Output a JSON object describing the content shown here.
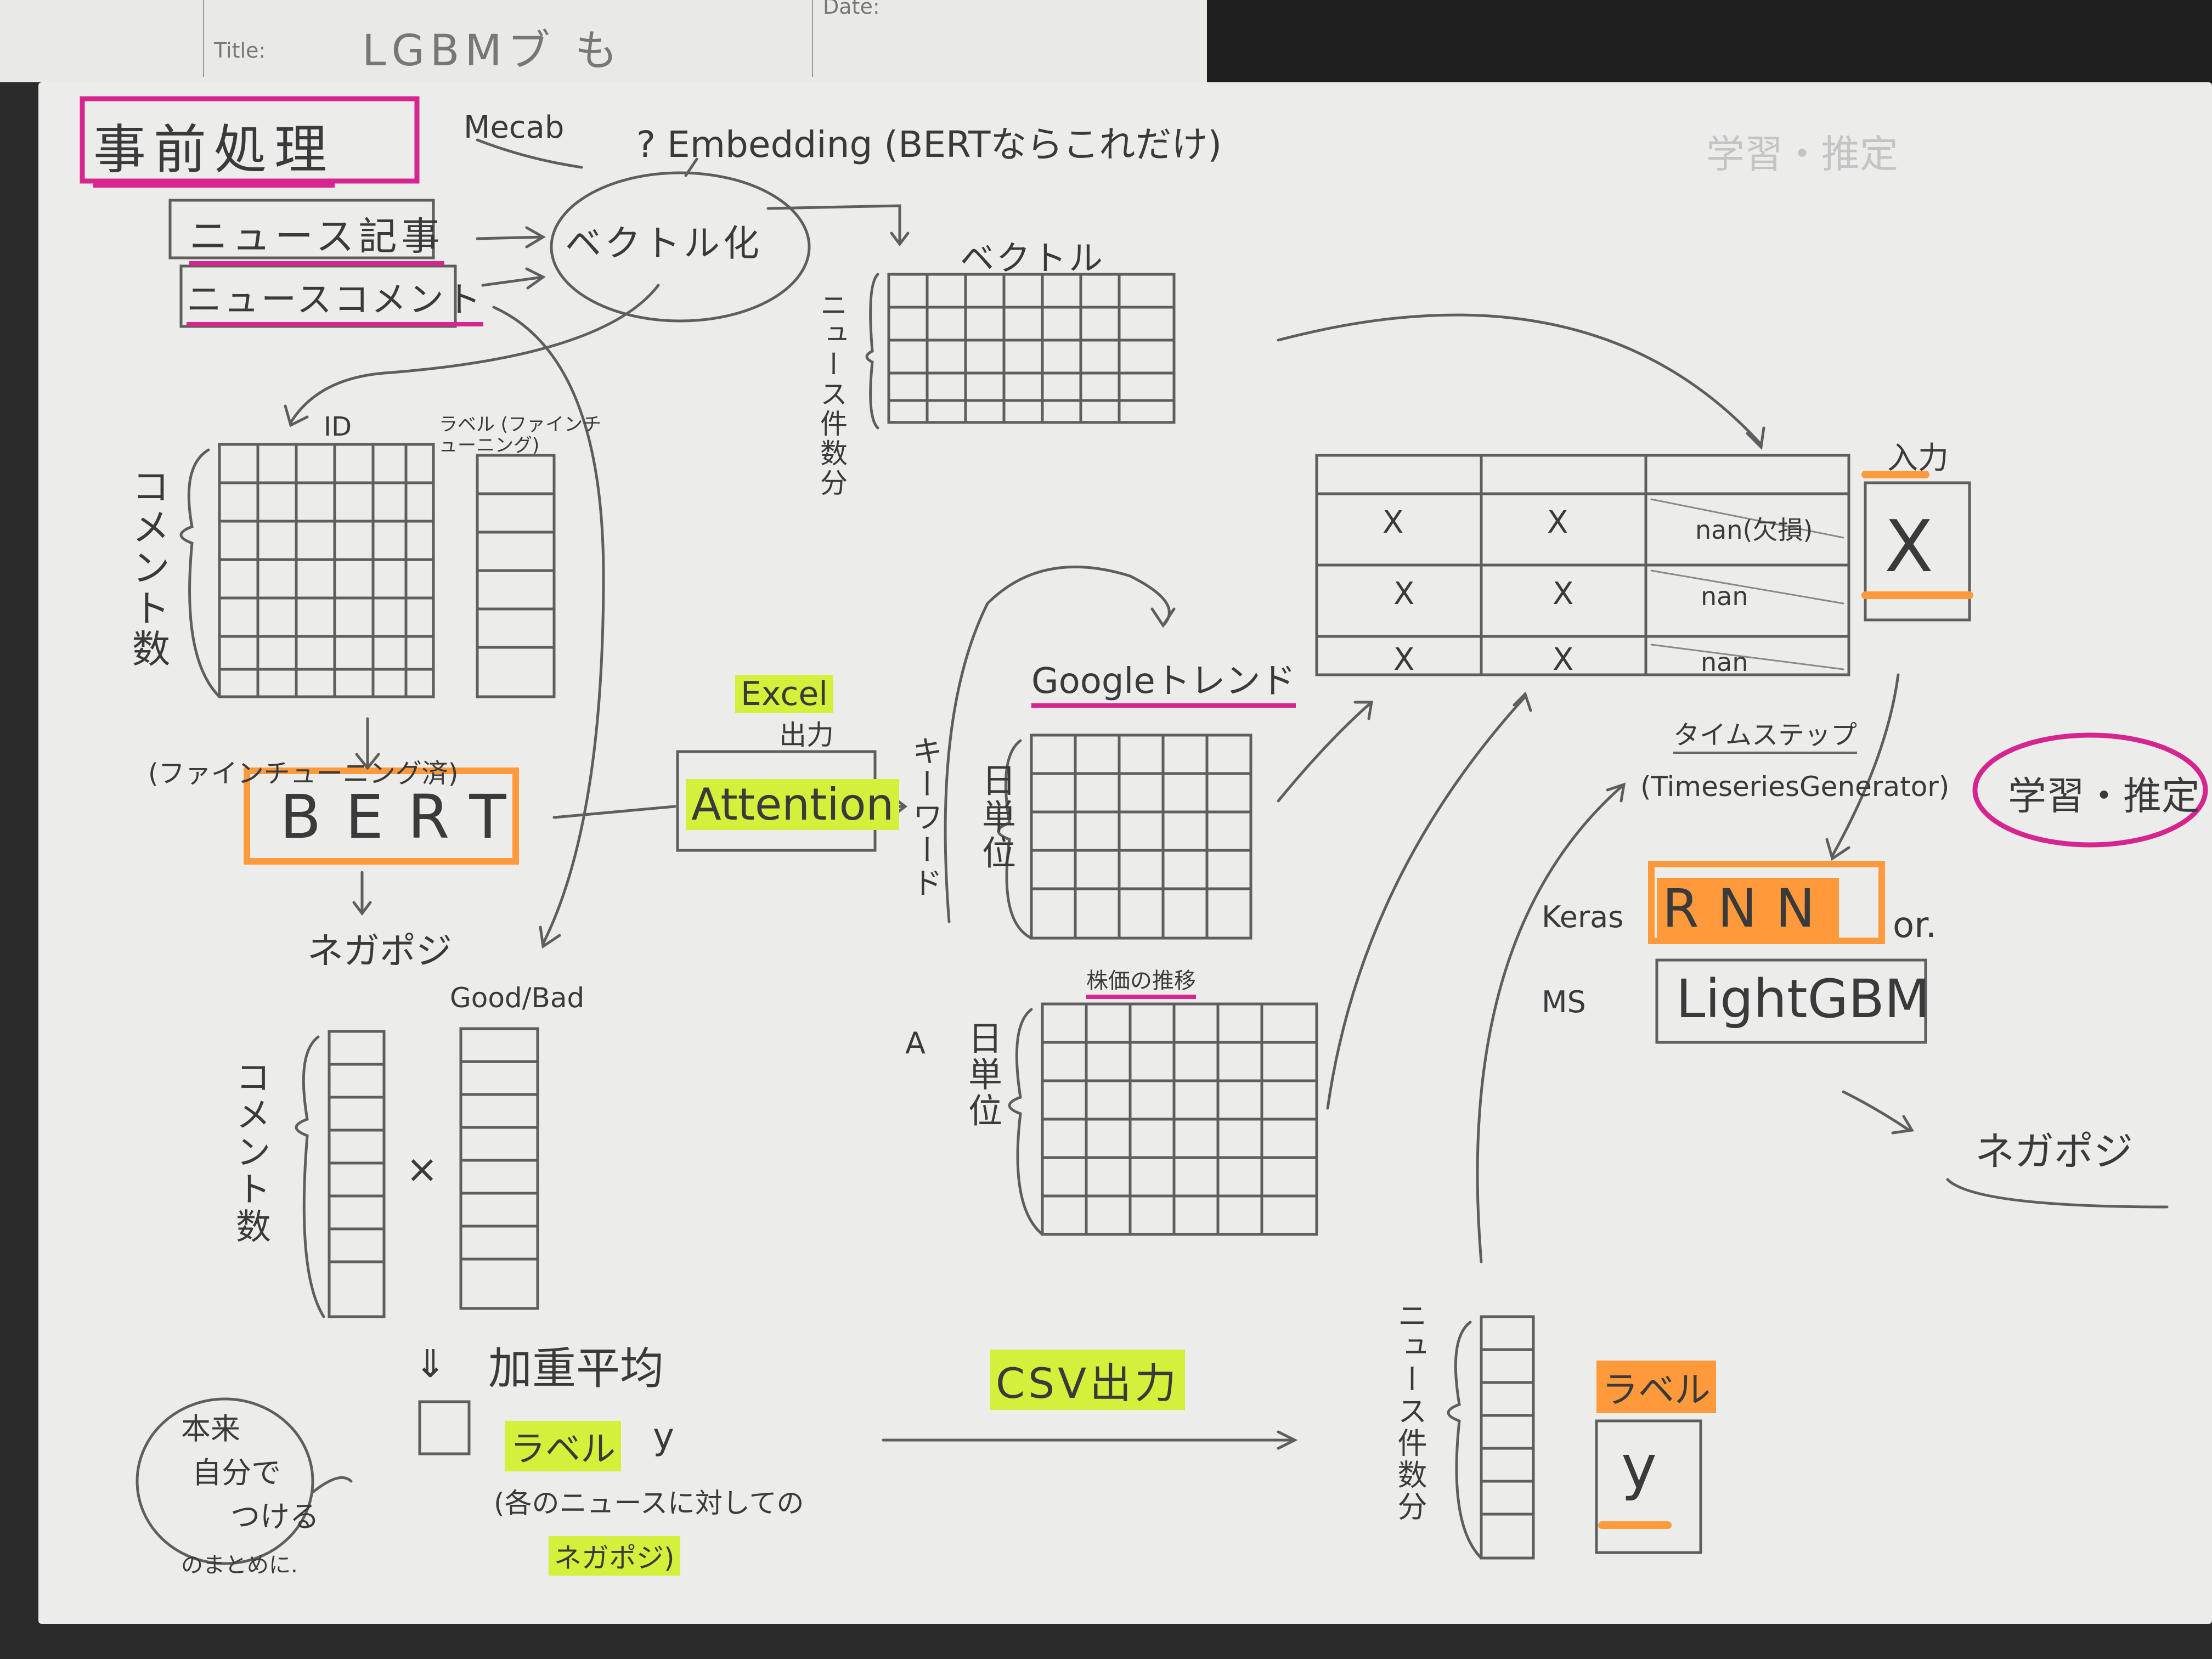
{
  "background_notebook": {
    "title_label": "Title:",
    "title_text": "LGBMブ も",
    "date_label": "Date:"
  },
  "preprocessing": {
    "heading": "事前処理",
    "mecab": "Mecab",
    "embedding": "?  Embedding (BERTならこれだけ)",
    "news_article": "ニュース記事",
    "news_comment": "ニュースコメント",
    "vectorize": "ベクトル化"
  },
  "vector_table": {
    "label": "ベクトル",
    "row_label": "ニュース件数分"
  },
  "comment_table": {
    "col_id": "ID",
    "col_label": "ラベル (ファインチューニング)",
    "row_label": "コメント数"
  },
  "bert": {
    "note": "(ファインチューニング済)",
    "label": "BERT",
    "output": "ネガポジ"
  },
  "goodbad": {
    "row_label": "コメント数",
    "op": "×",
    "col_label": "Good/Bad"
  },
  "weighted": {
    "arrow": "⇓",
    "label": "加重平均",
    "label_y": "ラベル",
    "y": "y",
    "note_line1": "(各のニュースに対しての",
    "note_line2": "ネガポジ)"
  },
  "side_note": {
    "line1": "本来",
    "line2": "自分で",
    "line3": "つける",
    "footer": "のまとめに."
  },
  "attention": {
    "excel_line1": "Excel",
    "excel_line2": "出力",
    "label": "Attention",
    "keyword": "キーワード"
  },
  "google": {
    "title": "Googleトレンド",
    "daily": "日単位",
    "stock": "株価の推移",
    "stock_daily": "日単位",
    "stock_mark": "A"
  },
  "csv": {
    "label": "CSV出力"
  },
  "matrix": {
    "x_mark": "X",
    "nan_note": "nan(欠損)",
    "nan": "nan",
    "input_label": "入力",
    "input_x": "X",
    "timestep": "タイムステップ",
    "generator": "(TimeseriesGenerator)"
  },
  "models": {
    "keras": "Keras",
    "ms": "MS",
    "rnn": "RNN",
    "or": "or.",
    "lgbm": "LightGBM"
  },
  "training": {
    "label": "学習・推定",
    "faint_label": "学習・推定"
  },
  "result": {
    "label": "ネガポジ"
  },
  "news_count": {
    "row_label": "ニュース件数分",
    "label": "ラベル",
    "y": "y"
  },
  "colors": {
    "paper": "#ececea",
    "pencil": "#5a5a5a",
    "magenta": "#d6258f",
    "orange": "#ff9a3c",
    "yellow": "#d4f03a"
  }
}
